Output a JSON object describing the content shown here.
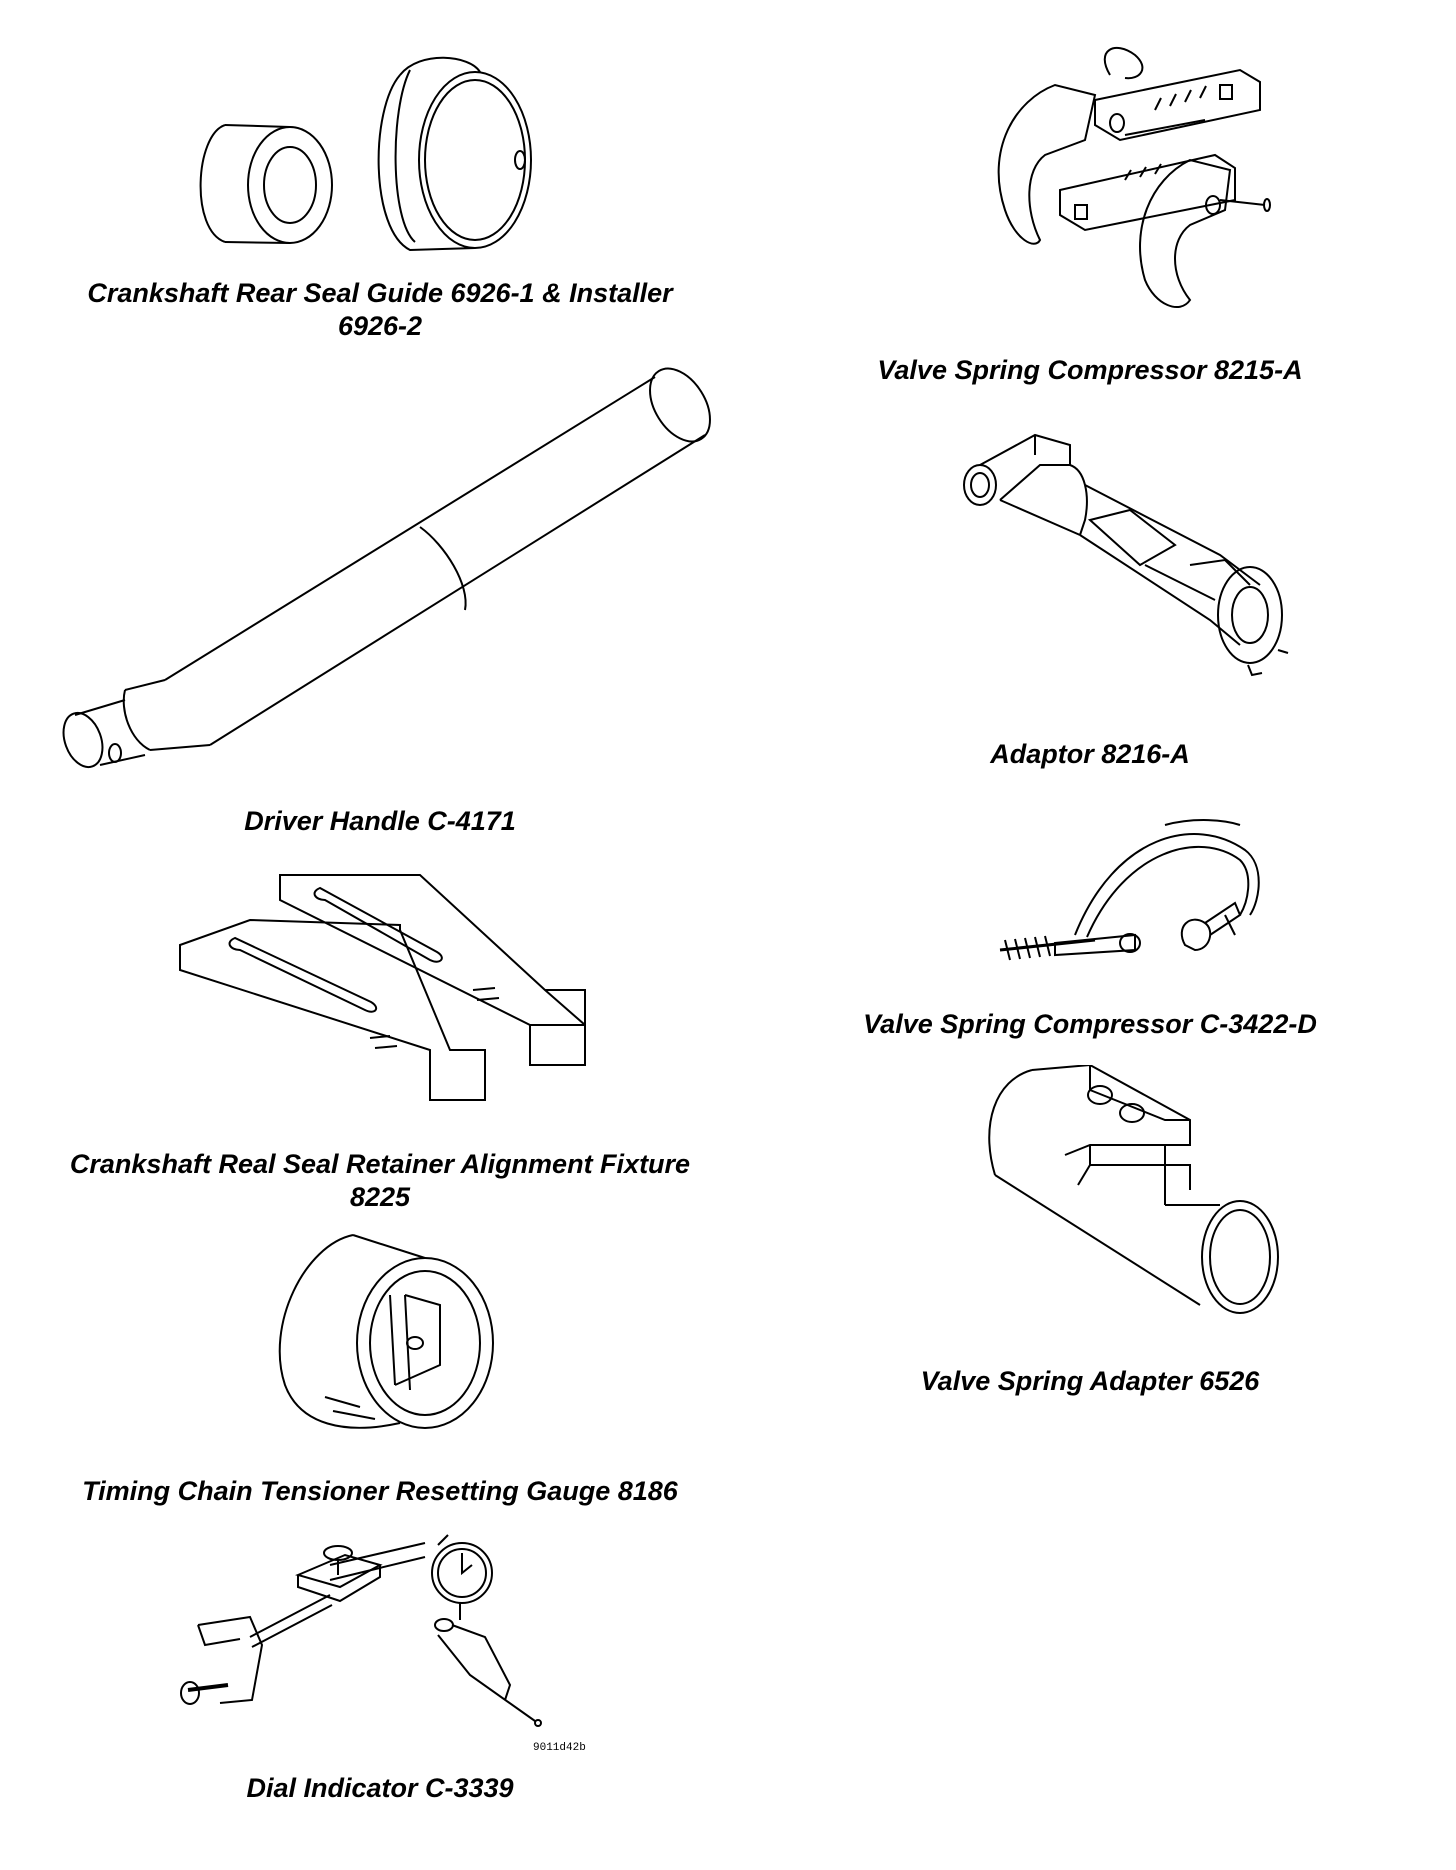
{
  "tools": {
    "rear_seal_guide": {
      "caption_line1": "Crankshaft Rear Seal Guide 6926-1 & Installer",
      "caption_line2": "6926-2"
    },
    "driver_handle": {
      "caption": "Driver Handle C-4171"
    },
    "retainer_fixture": {
      "caption_line1": "Crankshaft Real Seal Retainer Alignment Fixture",
      "caption_line2": "8225"
    },
    "tensioner_gauge": {
      "caption": "Timing Chain Tensioner Resetting Gauge 8186"
    },
    "dial_indicator": {
      "caption": "Dial Indicator C-3339"
    },
    "compressor_8215": {
      "caption": "Valve Spring Compressor 8215-A"
    },
    "adaptor_8216": {
      "caption": "Adaptor 8216-A"
    },
    "compressor_3422": {
      "caption": "Valve Spring Compressor C-3422-D"
    },
    "adapter_6526": {
      "caption": "Valve Spring Adapter 6526"
    }
  },
  "figure_code": "9011d42b"
}
